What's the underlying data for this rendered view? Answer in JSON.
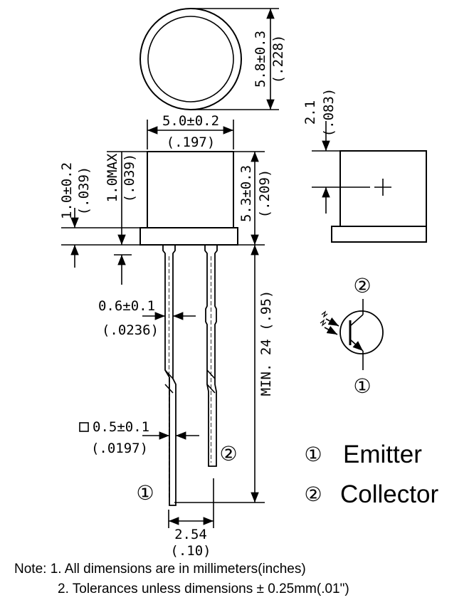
{
  "dimensions": {
    "top_diameter_mm": "5.8±0.3",
    "top_diameter_in": "(.228)",
    "body_width_mm": "5.0±0.2",
    "body_width_in": "(.197)",
    "flange_mm": "1.0±0.2",
    "flange_in": "(.039)",
    "dome_max_mm": "1.0MAX",
    "dome_max_in": "(.039)",
    "body_height_mm": "5.3±0.3",
    "body_height_in": "(.209)",
    "side_offset_mm": "2.1",
    "side_offset_in": "(.083)",
    "lead_width_mm": "0.6±0.1",
    "lead_width_in": "(.0236)",
    "lead_square_mm": "0.5±0.1",
    "lead_square_in": "(.0197)",
    "lead_length": "MIN. 24 (.95)",
    "lead_spacing_mm": "2.54",
    "lead_spacing_in": "(.10)"
  },
  "pins": {
    "emitter_num": "①",
    "collector_num": "②",
    "emitter_label": "Emitter",
    "collector_label": "Collector"
  },
  "notes": {
    "line1": "Note: 1. All dimensions are in millimeters(inches)",
    "line2": "2. Tolerances unless dimensions ± 0.25mm(.01\")"
  }
}
